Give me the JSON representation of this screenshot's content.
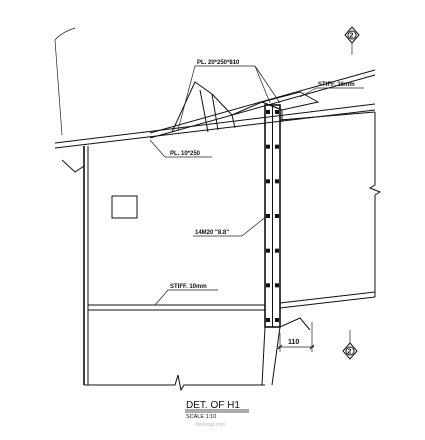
{
  "labels": {
    "plate_top": "PL. 20*250*810",
    "stiff_16": "STIFF. 16mm",
    "plate_10": "PL. 10*250",
    "bolts": "14M20 \"8.8\"",
    "stiff_10": "STIFF. 10mm",
    "dimension": "110",
    "section_mark": "2"
  },
  "title": {
    "main": "DET. OF H1",
    "scale": "SCALE 1:10"
  },
  "watermark": "tlestongi.com",
  "bolt_count": 14
}
